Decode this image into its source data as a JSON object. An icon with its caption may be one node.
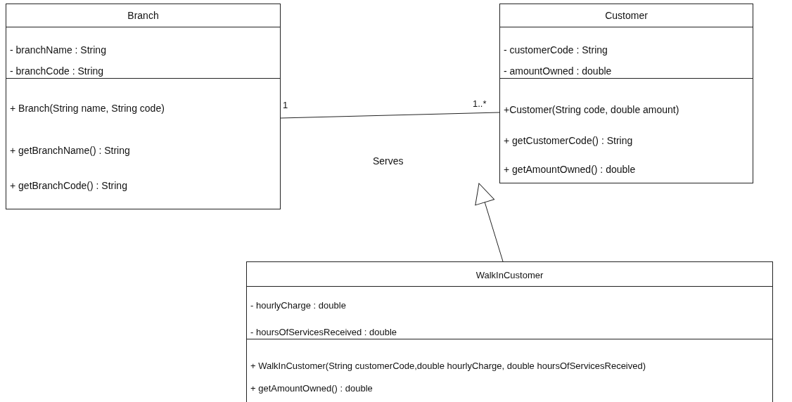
{
  "diagram": {
    "nodes": [
      {
        "text": [
          "Branch",
          "- branchName : String",
          "- branchCode : String",
          "+ Branch(String name, String code)",
          "+ getBranchName() : String",
          "+ getBranchCode() : String"
        ]
      },
      {
        "text": [
          "Customer",
          "- customerCode : String",
          "- amountOwned : double",
          "+Customer(String code, double amount)",
          "+ getCustomerCode() : String",
          "+ getAmountOwned() : double"
        ]
      },
      {
        "text": [
          "WalkInCustomer",
          "- hourlyCharge : double",
          "- hoursOfServicesReceived : double",
          "+ WalkInCustomer(String customerCode,double hourlyCharge, double hoursOfServicesReceived)",
          "+ getAmountOwned() : double"
        ]
      }
    ],
    "edges": [
      {
        "from": 0,
        "to": 1,
        "arrow": "none",
        "label": "Serves"
      },
      {
        "from": 2,
        "to": 1,
        "arrow": "to"
      }
    ],
    "labels": [
      "1",
      "1..*"
    ]
  }
}
